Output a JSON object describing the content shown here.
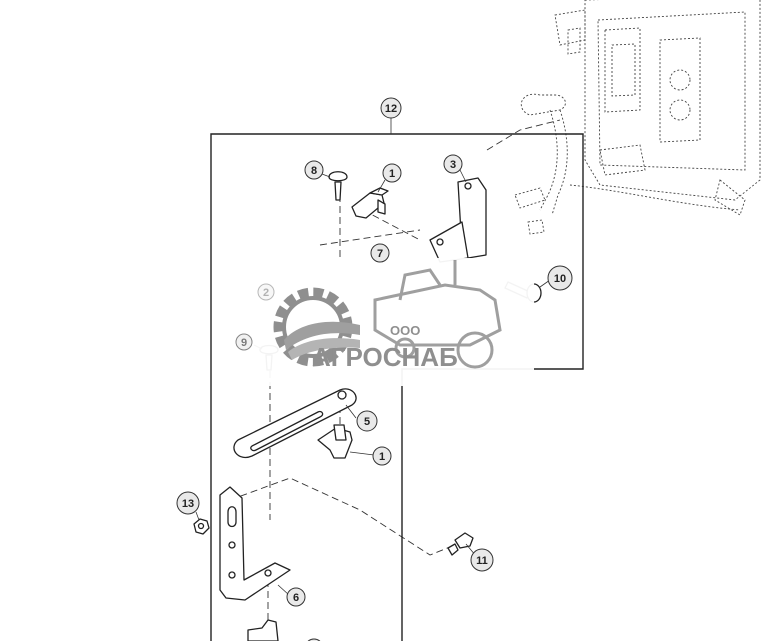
{
  "diagram": {
    "group_callout": "12",
    "callouts": [
      {
        "id": "c8",
        "label": "8"
      },
      {
        "id": "c1a",
        "label": "1"
      },
      {
        "id": "c3",
        "label": "3"
      },
      {
        "id": "c7",
        "label": "7"
      },
      {
        "id": "c10",
        "label": "10"
      },
      {
        "id": "c2",
        "label": "2"
      },
      {
        "id": "c9",
        "label": "9"
      },
      {
        "id": "c5",
        "label": "5"
      },
      {
        "id": "c1b",
        "label": "1"
      },
      {
        "id": "c13",
        "label": "13"
      },
      {
        "id": "c11",
        "label": "11"
      },
      {
        "id": "c6",
        "label": "6"
      }
    ]
  },
  "watermark": {
    "company_prefix": "ООО",
    "company_name": "АГРОСНАБ"
  }
}
